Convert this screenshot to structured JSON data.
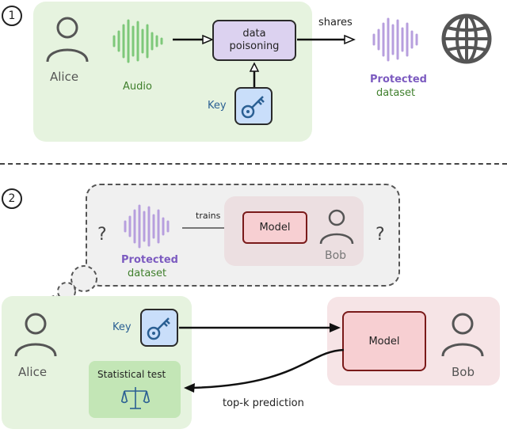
{
  "section1": {
    "number": "1",
    "alice_label": "Alice",
    "audio_label": "Audio",
    "poisoning_label": "data\npoisoning",
    "key_label": "Key",
    "shares_label": "shares",
    "protected_label": "Protected",
    "dataset_label": "dataset"
  },
  "section2": {
    "number": "2",
    "thought": {
      "question_left": "?",
      "question_right": "?",
      "protected_label": "Protected",
      "dataset_label": "dataset",
      "trains_label": "trains",
      "model_label": "Model",
      "bob_label": "Bob"
    },
    "alice_label": "Alice",
    "key_label": "Key",
    "stat_test_label": "Statistical test",
    "model_label": "Model",
    "bob_label": "Bob",
    "topk_label": "top-k prediction"
  },
  "colors": {
    "green_panel": "#e6f3df",
    "pink_panel": "#f6e4e6",
    "purple": "#b79fde",
    "audio_green": "#7ec87a",
    "model_red": "#f7cfd2",
    "key_blue": "#c9defa"
  },
  "icons": [
    "person-icon",
    "waveform-icon",
    "globe-icon",
    "key-icon",
    "scales-icon"
  ]
}
